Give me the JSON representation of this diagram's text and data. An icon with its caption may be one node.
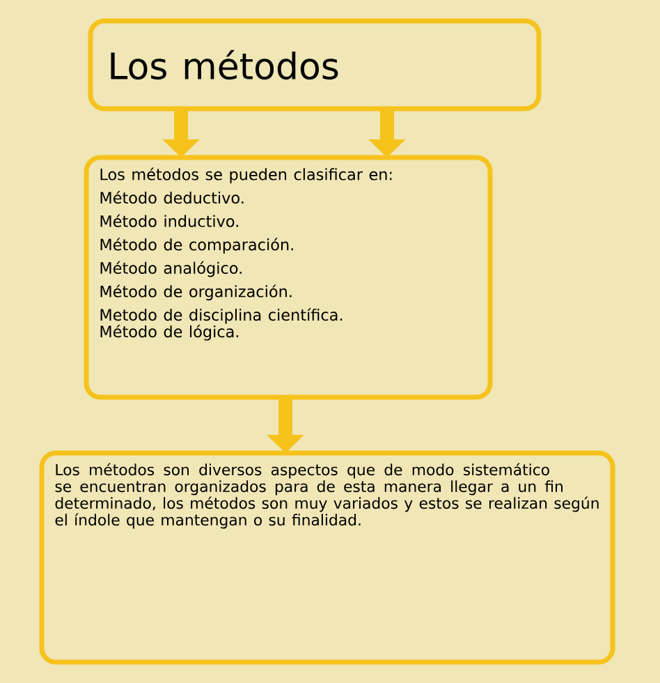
{
  "diagram": {
    "nodes": [
      {
        "text": [
          "Los métodos"
        ]
      },
      {
        "text": [
          "Los métodos se pueden clasificar en:",
          "Método deductivo.",
          "Método inductivo.",
          "Método de comparación.",
          "Método analógico.",
          "Método de organización.",
          "Metodo de disciplina científica.",
          "Método de lógica."
        ]
      },
      {
        "text": [
          "Los métodos son diversos aspectos que de modo sistemático se encuentran organizados para de esta manera llegar a un fin determinado, los métodos son muy variados y estos se realizan según el índole que mantengan o su finalidad."
        ]
      }
    ],
    "edges": [
      {
        "from": 0,
        "to": 1,
        "arrow": "to"
      },
      {
        "from": 0,
        "to": 1,
        "arrow": "to"
      },
      {
        "from": 1,
        "to": 2,
        "arrow": "to"
      }
    ]
  }
}
